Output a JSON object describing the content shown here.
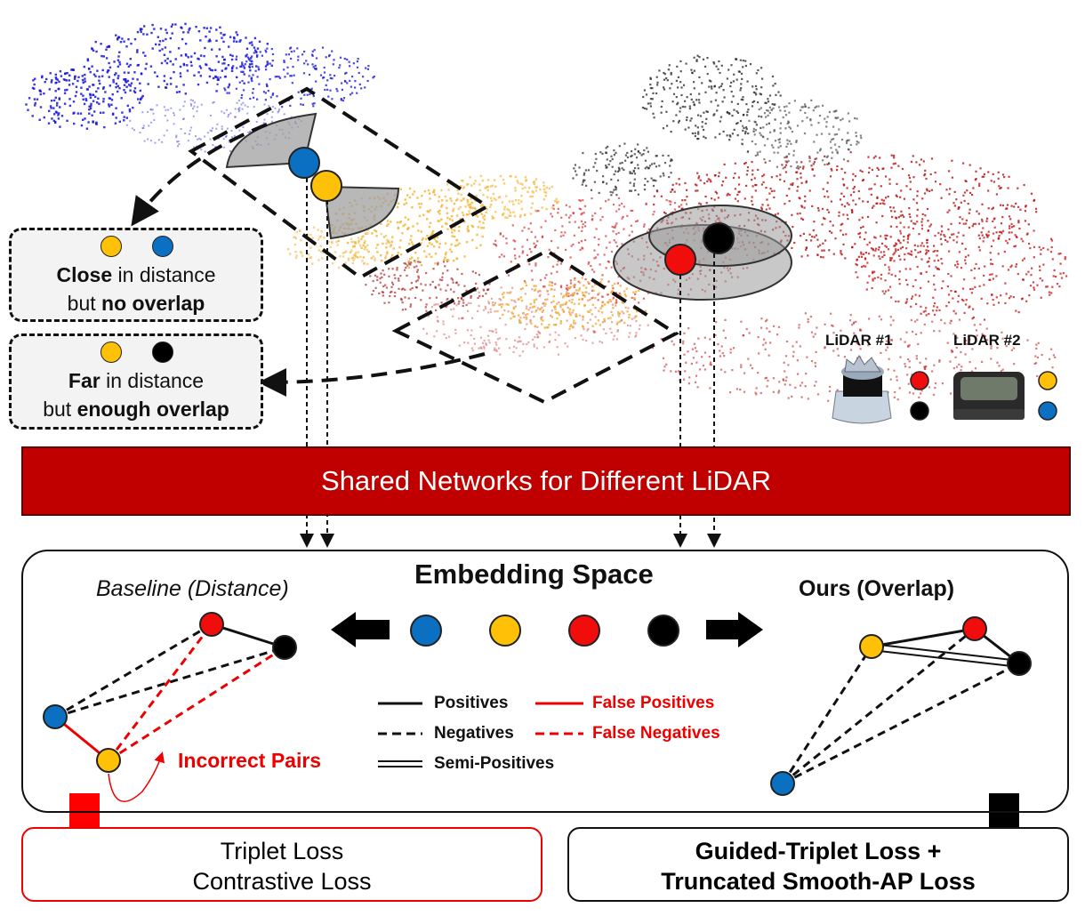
{
  "callouts": {
    "close": {
      "bold1": "Close",
      "text1": " in distance",
      "text2": "but ",
      "bold2": "no overlap"
    },
    "far": {
      "bold1": "Far",
      "text1": " in distance",
      "text2": "but ",
      "bold2": "enough overlap"
    }
  },
  "lidar": {
    "label1": "LiDAR #1",
    "label2": "LiDAR #2"
  },
  "banner": {
    "label": "Shared Networks for Different LiDAR"
  },
  "embedding": {
    "title": "Embedding Space",
    "baseline_label": "Baseline (Distance)",
    "ours_label": "Ours (Overlap)",
    "incorrect_pairs": "Incorrect Pairs"
  },
  "legend": {
    "positives": "Positives",
    "negatives": "Negatives",
    "semi_positives": "Semi-Positives",
    "false_positives": "False Positives",
    "false_negatives": "False Negatives"
  },
  "losses": {
    "baseline_line1": "Triplet Loss",
    "baseline_line2": "Contrastive Loss",
    "ours_line1": "Guided-Triplet Loss +",
    "ours_line2": "Truncated Smooth-AP Loss"
  },
  "colors": {
    "blue": "#0b6fc2",
    "yellow": "#ffc107",
    "red": "#f20d0d",
    "black": "#000000",
    "banner": "#c00000"
  }
}
